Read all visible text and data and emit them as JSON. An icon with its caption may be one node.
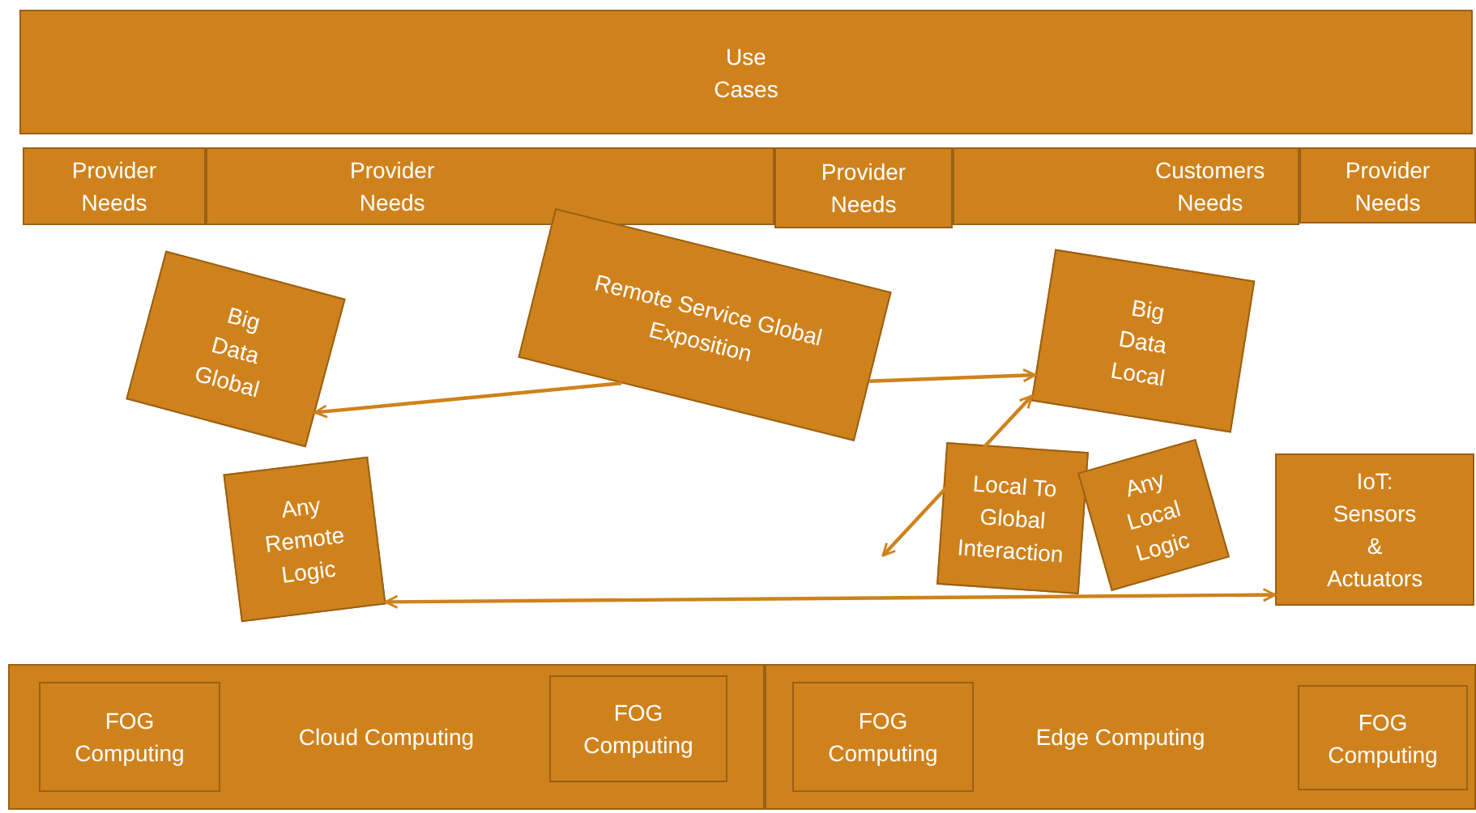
{
  "diagram": {
    "nodes": [
      {
        "text": [
          "Use Cases"
        ]
      },
      {
        "text": [
          "Provider Needs"
        ]
      },
      {
        "text": [
          "Provider Needs"
        ]
      },
      {
        "text": [
          "Provider Needs"
        ]
      },
      {
        "text": [
          "Customers Needs"
        ]
      },
      {
        "text": [
          "Provider Needs"
        ]
      },
      {
        "text": [
          "Big Data Global"
        ]
      },
      {
        "text": [
          "Remote Service Global Exposition"
        ]
      },
      {
        "text": [
          "Big Data Local"
        ]
      },
      {
        "text": [
          "Any Remote Logic"
        ]
      },
      {
        "text": [
          "Local To Global Interaction"
        ]
      },
      {
        "text": [
          "Any Local Logic"
        ]
      },
      {
        "text": [
          "IoT: Sensors & Actuators"
        ]
      },
      {
        "text": [
          "Cloud Computing"
        ]
      },
      {
        "text": [
          "FOG Computing"
        ],
        "in": 13
      },
      {
        "text": [
          "FOG Computing"
        ],
        "in": 13
      },
      {
        "text": [
          "Edge Computing"
        ]
      },
      {
        "text": [
          "FOG Computing"
        ],
        "in": 16
      },
      {
        "text": [
          "FOG Computing"
        ],
        "in": 16
      }
    ],
    "edges": [
      {
        "from": 7,
        "to": 6,
        "arrow": "to"
      },
      {
        "from": 7,
        "to": 8,
        "arrow": "to"
      },
      {
        "from": null,
        "to": 8,
        "arrow": "both"
      },
      {
        "from": 9,
        "to": 12,
        "arrow": "both"
      }
    ]
  }
}
